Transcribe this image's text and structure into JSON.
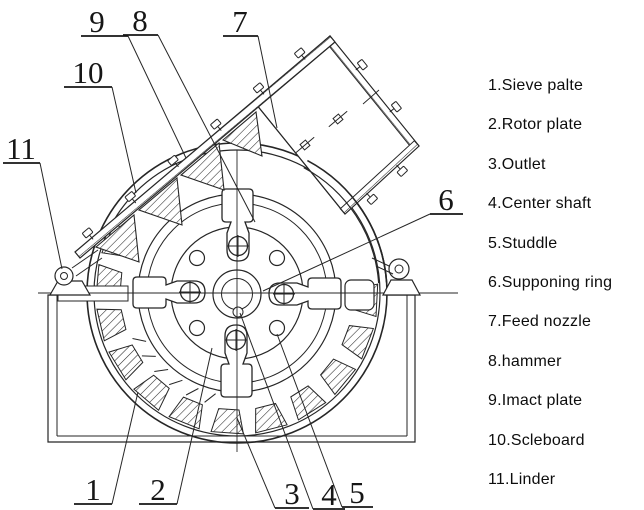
{
  "callouts": [
    "1",
    "2",
    "3",
    "4",
    "5",
    "6",
    "7",
    "8",
    "9",
    "10",
    "11"
  ],
  "legend": {
    "items": [
      "1.Sieve palte",
      "2.Rotor plate",
      "3.Outlet",
      "4.Center shaft",
      "5.Studdle",
      "6.Supponing ring",
      "7.Feed nozzle",
      "8.hammer",
      "9.Imact plate",
      "10.Scleboard",
      "11.Linder"
    ]
  },
  "colors": {
    "line": "#262626",
    "background": "#ffffff",
    "text": "#0d0d0d"
  }
}
